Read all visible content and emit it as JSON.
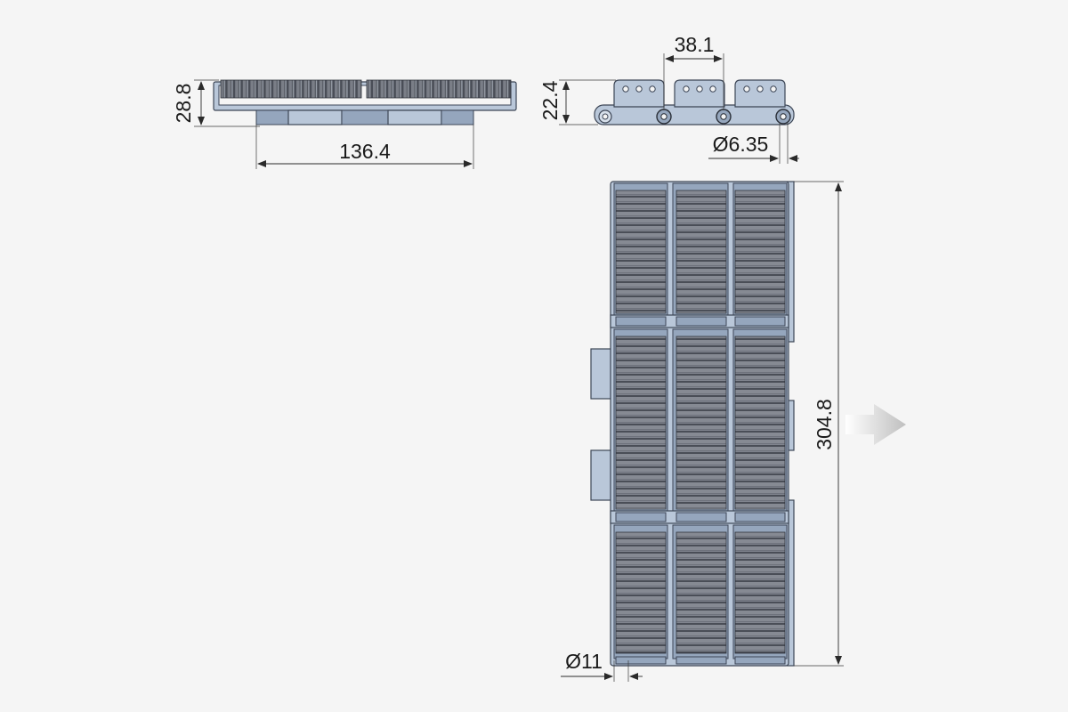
{
  "dimensions": {
    "height_side": "28.8",
    "width_side": "136.4",
    "pitch": "38.1",
    "height_end": "22.4",
    "pin_diameter": "Ø6.35",
    "length": "304.8",
    "hole_diameter": "Ø11"
  },
  "icons": {
    "direction": "right-arrow-icon"
  },
  "colors": {
    "belt_body": "#b9c7d9",
    "belt_edge": "#3d4656",
    "grid": "#6b6f78",
    "background": "#f5f5f5"
  }
}
